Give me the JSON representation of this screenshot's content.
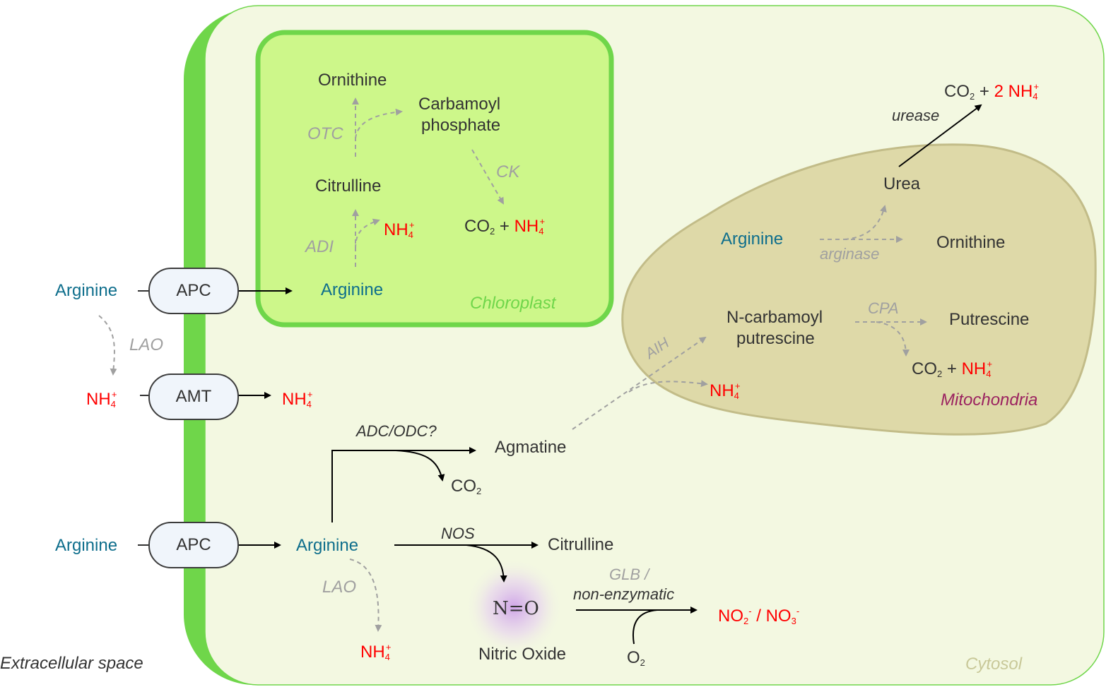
{
  "compartments": {
    "extracellular": "Extracellular space",
    "cytosol": "Cytosol",
    "chloroplast": "Chloroplast",
    "mitochondria": "Mitochondria"
  },
  "transporters": {
    "apc_top": "APC",
    "amt": "AMT",
    "apc_bottom": "APC"
  },
  "metabolites": {
    "arginine": "Arginine",
    "ornithine": "Ornithine",
    "citrulline": "Citrulline",
    "carbamoyl": "Carbamoyl",
    "phosphate": "phosphate",
    "co2": "CO",
    "nh4": "NH",
    "two_nh4": "2 NH",
    "urea": "Urea",
    "n_carbamoyl": "N-carbamoyl",
    "putrescine_line2": "putrescine",
    "putrescine": "Putrescine",
    "agmatine": "Agmatine",
    "no_formula": "N=O",
    "nitric_oxide": "Nitric Oxide",
    "o2": "O",
    "no2": "NO",
    "no3": "NO",
    "plus": "+",
    "slash": "/"
  },
  "enzymes": {
    "otc": "OTC",
    "ck": "CK",
    "adi": "ADI",
    "lao": "LAO",
    "urease": "urease",
    "arginase": "arginase",
    "cpa": "CPA",
    "aih": "AIH",
    "adc_odc": "ADC/ODC?",
    "nos": "NOS",
    "glb": "GLB /",
    "non_enzymatic": "non-enzymatic"
  },
  "colors": {
    "membrane": "#6fd64a",
    "cytosol": "#f3f8e1",
    "chloroplast_fill": "#cdf78a",
    "chloroplast_border": "#6fd64a",
    "mito_fill": "#ded9a8",
    "mito_border": "#c2bc88",
    "arginine": "#0e6e8c",
    "ammonium": "#ff0000",
    "enzyme_gray": "#a0a0a0",
    "mito_label": "#9b2360",
    "chloroplast_label": "#6fd64a",
    "cytosol_label": "#c8c898"
  }
}
